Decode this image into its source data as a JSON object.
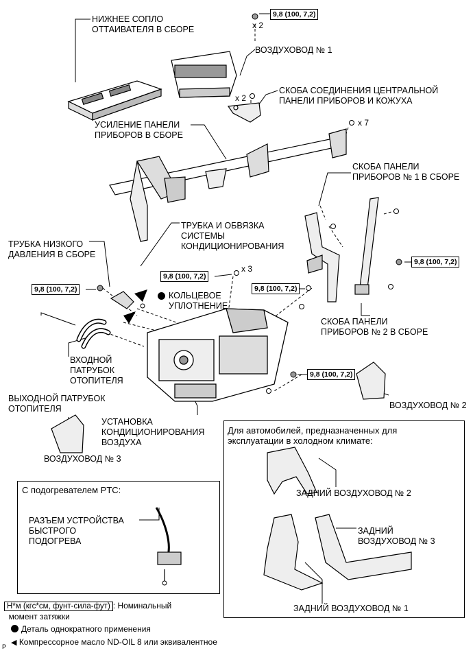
{
  "labels": {
    "lower_nozzle": "НИЖНЕЕ СОПЛО\nОТТАИВАТЕЛЯ В СБОРЕ",
    "duct1": "ВОЗДУХОВОД № 1",
    "center_bracket": "СКОБА СОЕДИНЕНИЯ ЦЕНТРАЛЬНОЙ\nПАНЕЛИ ПРИБОРОВ И КОЖУХА",
    "reinforcement": "УСИЛЕНИЕ ПАНЕЛИ\nПРИБОРОВ В СБОРЕ",
    "panel_bracket1": "СКОБА ПАНЕЛИ\nПРИБОРОВ № 1 В СБОРЕ",
    "ac_tube": "ТРУБКА И ОБВЯЗКА\nСИСТЕМЫ\nКОНДИЦИОНИРОВАНИЯ",
    "low_pressure_tube": "ТРУБКА НИЗКОГО\nДАВЛЕНИЯ В СБОРЕ",
    "o_ring": "КОЛЬЦЕВОЕ\nУПЛОТНЕНИЕ",
    "panel_bracket2": "СКОБА ПАНЕЛИ\nПРИБОРОВ № 2 В СБОРЕ",
    "heater_inlet": "ВХОДНОЙ\nПАТРУБОК\nОТОПИТЕЛЯ",
    "heater_outlet": "ВЫХОДНОЙ ПАТРУБОК\nОТОПИТЕЛЯ",
    "duct2": "ВОЗДУХОВОД № 2",
    "ac_unit": "УСТАНОВКА\nКОНДИЦИОНИРОВАНИЯ\nВОЗДУХА",
    "duct3": "ВОЗДУХОВОД № 3",
    "cold_climate_title": "Для автомобилей, предназначенных для\nэксплуатации в холодном климате:",
    "rear_duct2": "ЗАДНИЙ ВОЗДУХОВОД № 2",
    "rear_duct3": "ЗАДНИЙ\nВОЗДУХОВОД № 3",
    "rear_duct1": "ЗАДНИЙ ВОЗДУХОВОД № 1",
    "ptc_title": "С подогревателем PTC:",
    "quick_heater_connector": "РАЗЪЕМ УСТРОЙСТВА\nБЫСТРОГО\nПОДОГРЕВА"
  },
  "torque": {
    "t1": "9,8 (100, 7,2)",
    "t2": "9,8 (100, 7,2)",
    "t3": "9,8 (100, 7,2)",
    "t4": "9,8 (100, 7,2)",
    "t5": "9,8 (100, 7,2)",
    "t6": "9,8 (100, 7,2)"
  },
  "multipliers": {
    "m1": "x 2",
    "m2": "x 2",
    "m3": "x 7",
    "m4": "x 3"
  },
  "legend": {
    "torque_unit": "Н*м (кгс*см, фунт-сила-фут)",
    "torque_desc": ": Номинальный\n  момент затяжки",
    "single_use": "Деталь однократного применения",
    "compressor_oil": "Компрессорное масло ND-OIL 8 или эквивалентное",
    "page_mark": "P"
  }
}
